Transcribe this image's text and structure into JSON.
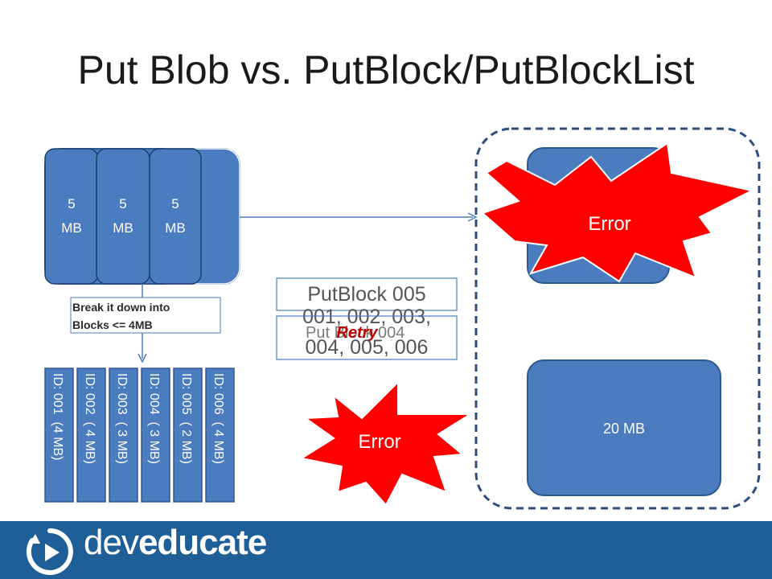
{
  "slide": {
    "title": "Put Blob vs. PutBlock/PutBlockList"
  },
  "source_blob": {
    "segments": [
      {
        "size": "5",
        "unit": "MB"
      },
      {
        "size": "5",
        "unit": "MB"
      },
      {
        "size": "5",
        "unit": "MB"
      }
    ]
  },
  "break_note": {
    "line1": "Break it down into",
    "line2": "Blocks <= 4MB"
  },
  "blocks": [
    "ID: 001  (4 MB)",
    "ID: 002  ( 4 MB)",
    "ID: 003  ( 3 MB)",
    "ID: 004  ( 3 MB)",
    "ID: 005  ( 2 MB)",
    "ID: 006  ( 4 MB)"
  ],
  "operations": {
    "put_block_label": "PutBlock 005",
    "put_block_list_line1": "001, 002, 003,",
    "put_block_list_line2": "004, 005, 006",
    "retry_prefix": "Put Block 004",
    "retry_word": "Retry"
  },
  "storage": {
    "result_size": "20 MB",
    "error_upper": "Error",
    "error_lower": "Error"
  },
  "footer": {
    "brand_light": "dev",
    "brand_bold": "educate"
  },
  "colors": {
    "block_blue": "#4a7cbf",
    "block_stroke": "#2e5a92",
    "error_red": "#ff0000",
    "footer_blue": "#1f5f98"
  }
}
